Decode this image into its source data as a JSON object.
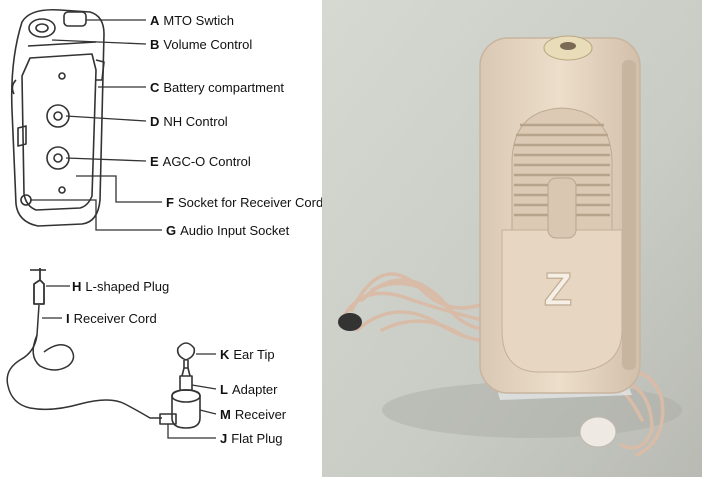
{
  "diagram": {
    "callouts": [
      {
        "letter": "A",
        "text": "MTO Swtich"
      },
      {
        "letter": "B",
        "text": "Volume Control"
      },
      {
        "letter": "C",
        "text": "Battery compartment"
      },
      {
        "letter": "D",
        "text": "NH Control"
      },
      {
        "letter": "E",
        "text": "AGC-O Control"
      },
      {
        "letter": "F",
        "text": "Socket for Receiver Cord"
      },
      {
        "letter": "G",
        "text": "Audio Input Socket"
      },
      {
        "letter": "H",
        "text": "L-shaped Plug"
      },
      {
        "letter": "I",
        "text": "Receiver Cord"
      },
      {
        "letter": "K",
        "text": "Ear Tip"
      },
      {
        "letter": "L",
        "text": "Adapter"
      },
      {
        "letter": "M",
        "text": "Receiver"
      },
      {
        "letter": "J",
        "text": "Flat Plug"
      }
    ]
  },
  "photo": {
    "logo_glyph": "Z",
    "colors": {
      "backdrop": "#c9ccc5",
      "device": "#e7d8c6",
      "cord": "#dcc0ad"
    }
  }
}
